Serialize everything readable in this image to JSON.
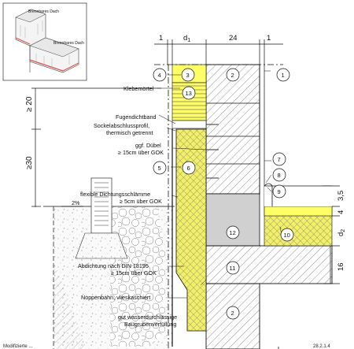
{
  "inset": {
    "roof_label_top": "Brennbares Dach",
    "roof_label_right": "Brennbares Dach"
  },
  "dims": {
    "d1": "d",
    "d1_sub": "1",
    "wall": "24",
    "one_left": "1",
    "one_right": "1",
    "ge20": "≥ 20",
    "ge30": "≥30",
    "d35": "3,5",
    "d4": "4",
    "d2": "d",
    "d2_sub": "2",
    "d16": "16",
    "slope": "2%"
  },
  "markers": [
    "1",
    "2",
    "3",
    "4",
    "5",
    "6",
    "7",
    "8",
    "9",
    "10",
    "11",
    "12",
    "13",
    "2"
  ],
  "labels": {
    "klebemoertel": "Klebemörtel",
    "fugendichtband": "Fugendichtband",
    "sockelabschluss1": "Sockelabschlussprofil,",
    "sockelabschluss2": "thermisch getrennt",
    "duebel1": "ggf. Dübel",
    "duebel2": "≥ 15cm über GOK",
    "schlaemme1": "flexible Dichtungsschlämme",
    "schlaemme2": "≥ 5cm über GOK",
    "abdichtung1": "Abdichtung nach DIN 18195",
    "abdichtung2": "≥ 15cm über GOK",
    "noppenbahn": "Noppenbahn, vlieskaschiert",
    "verfuellung1": "gut wasserdurchlässige",
    "verfuellung2": "Baugrubenverfüllung"
  },
  "footer": {
    "left": "Modifizierte ...",
    "right": "28.2.1.4"
  },
  "colors": {
    "insulation": "#f2ef6b",
    "bright_insulation": "#ffff66",
    "inset_accent": "#d9534f",
    "grey_block": "#d0d0d0"
  }
}
